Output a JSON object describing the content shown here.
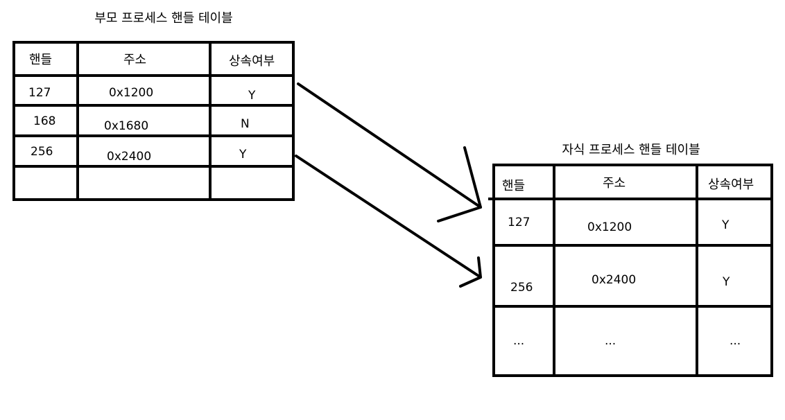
{
  "parent_table": {
    "title": "부모 프로세스 핸들 테이블",
    "headers": [
      "핸들",
      "주소",
      "상속여부"
    ],
    "rows": [
      [
        "127",
        "0x1200",
        "Y"
      ],
      [
        "168",
        "0x1680",
        "N"
      ],
      [
        "256",
        "0x2400",
        "Y"
      ],
      [
        "",
        "",
        ""
      ]
    ]
  },
  "child_table": {
    "title": "자식 프로세스 핸들 테이블",
    "headers": [
      "핸들",
      "주소",
      "상속여부"
    ],
    "rows": [
      [
        "127",
        "0x1200",
        "Y"
      ],
      [
        "256",
        "0x2400",
        "Y"
      ],
      [
        "...",
        "...",
        "..."
      ]
    ]
  },
  "arrows": [
    {
      "from": "parent-row-127",
      "to": "child-row-127"
    },
    {
      "from": "parent-row-256",
      "to": "child-row-256"
    }
  ]
}
